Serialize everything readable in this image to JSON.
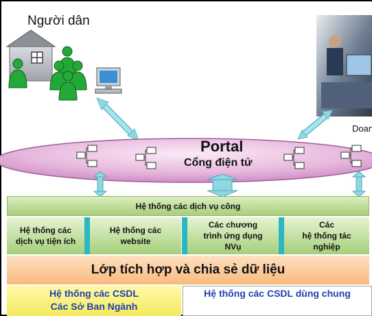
{
  "citizen": {
    "label": "Người dân"
  },
  "business": {
    "label": "Doan"
  },
  "portal": {
    "title": "Portal",
    "subtitle": "Cổng điện tử"
  },
  "public_services": {
    "label": "Hệ thống các dịch vụ công"
  },
  "systems": [
    {
      "label": "Hệ thống các\ndịch vụ tiện ích"
    },
    {
      "label": "Hệ thống các\nwebsite"
    },
    {
      "label": "Các chương\ntrình ứng dụng\nNVụ"
    },
    {
      "label": "Các\nhệ thống tác\nnghiệp"
    }
  ],
  "integration": {
    "label": "Lớp tích hợp và chia sẻ dữ liệu"
  },
  "databases": {
    "department": "Hệ thống các CSDL\nCác Sở Ban Ngành",
    "shared": "Hệ thống các CSDL dùng chung"
  },
  "colors": {
    "portal_fill": "#e7b8dd",
    "arrow": "#8fd7e3",
    "teal": "#2bb7c2",
    "green_band": "#a9cf7c",
    "orange_band": "#f9b97c",
    "yellow_band": "#f4ea5e",
    "db_text": "#1f3fae"
  }
}
